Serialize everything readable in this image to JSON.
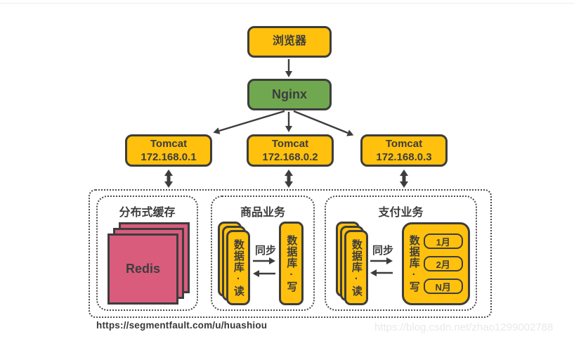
{
  "colors": {
    "yellow": "#FFC10D",
    "green": "#70A84F",
    "pink": "#D95C7D",
    "ink": "#3D3D3D"
  },
  "diagram": {
    "browser": {
      "label": "浏览器"
    },
    "nginx": {
      "label": "Nginx"
    },
    "tomcats": [
      {
        "name": "Tomcat",
        "ip": "172.168.0.1"
      },
      {
        "name": "Tomcat",
        "ip": "172.168.0.2"
      },
      {
        "name": "Tomcat",
        "ip": "172.168.0.3"
      }
    ],
    "cache": {
      "title": "分布式缓存",
      "node": "Redis"
    },
    "product": {
      "title": "商品业务",
      "read": "数据库·读",
      "sync": "同步",
      "write": "数据库·写"
    },
    "payment": {
      "title": "支付业务",
      "read": "数据库·读",
      "sync": "同步",
      "write": "数据库·写",
      "months": [
        "1月",
        "2月",
        "N月"
      ]
    }
  },
  "watermarks": {
    "left": "https://segmentfault.com/u/huashiou",
    "right": "https://blog.csdn.net/zhao1299002788"
  }
}
